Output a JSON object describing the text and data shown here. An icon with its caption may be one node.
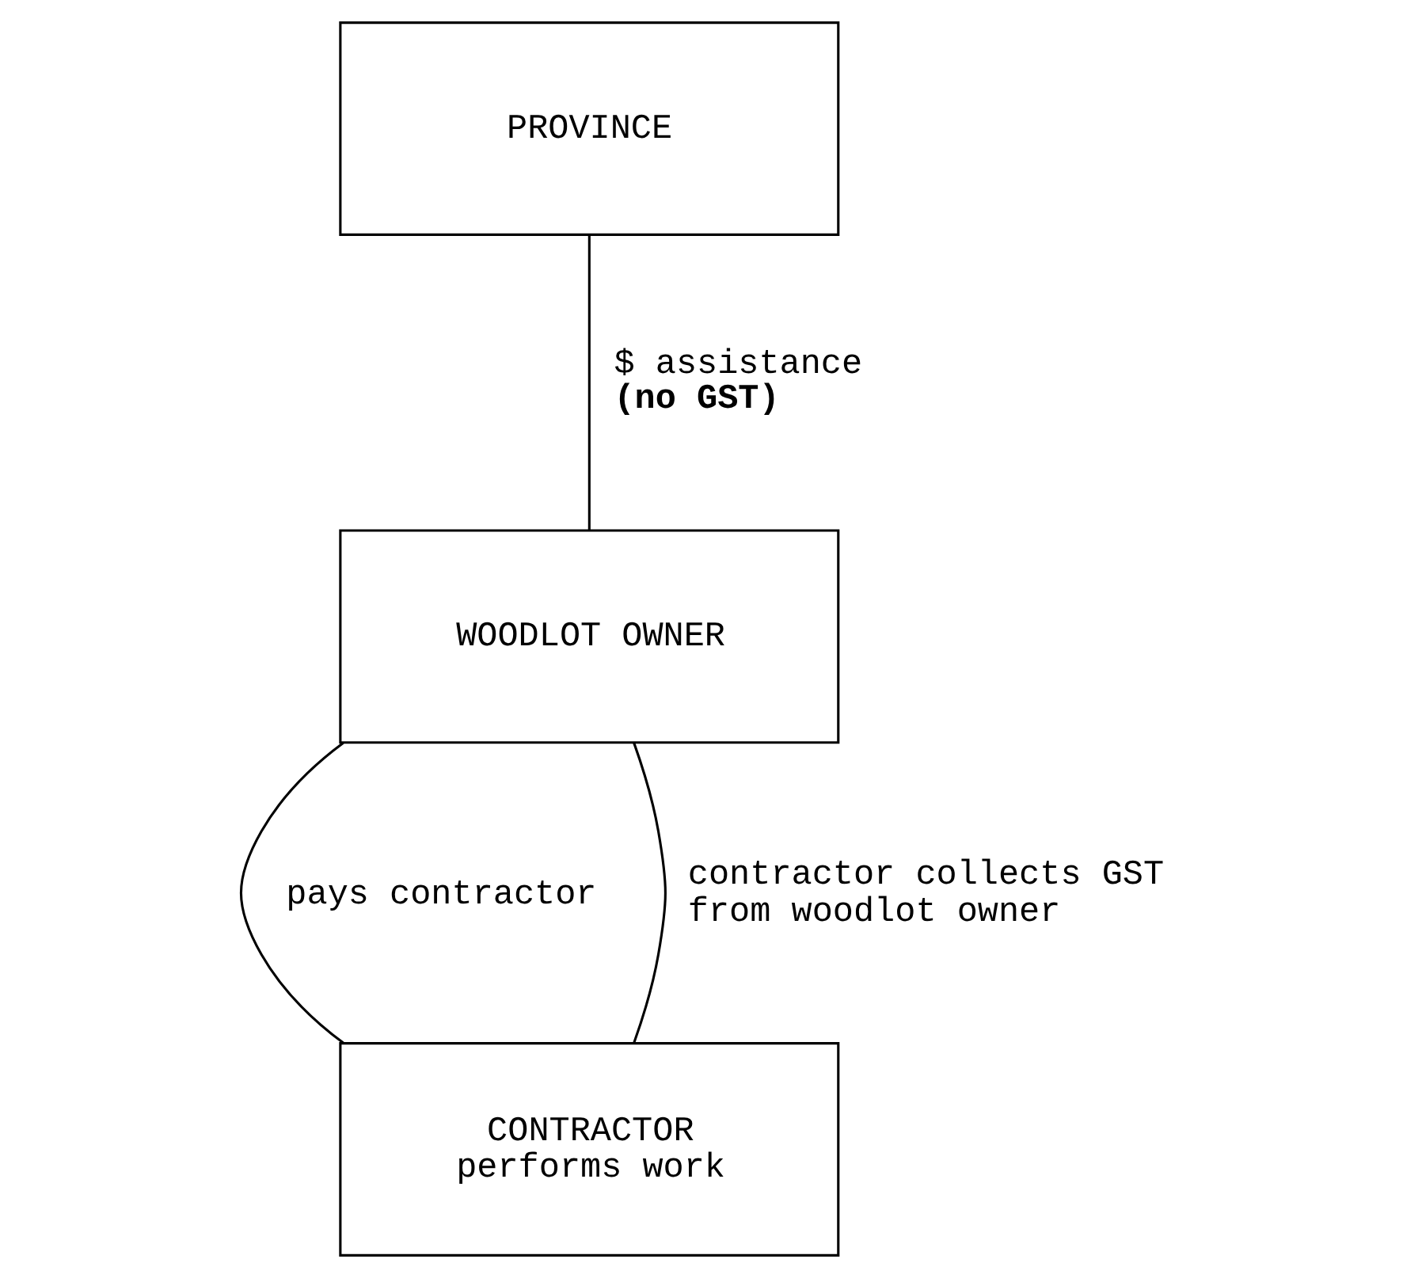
{
  "diagram": {
    "nodes": [
      {
        "text": [
          "PROVINCE"
        ]
      },
      {
        "text": [
          "WOODLOT OWNER"
        ]
      },
      {
        "text": [
          "CONTRACTOR",
          "performs work"
        ]
      }
    ],
    "edges": [
      {
        "from": 0,
        "to": 1,
        "arrow": "none",
        "label": "$ assistance **(no GST)**"
      },
      {
        "from": 1,
        "to": 2,
        "arrow": "none",
        "label": "pays contractor"
      },
      {
        "from": 1,
        "to": 2,
        "arrow": "none",
        "label": "contractor collects GST from woodlot owner"
      }
    ]
  }
}
